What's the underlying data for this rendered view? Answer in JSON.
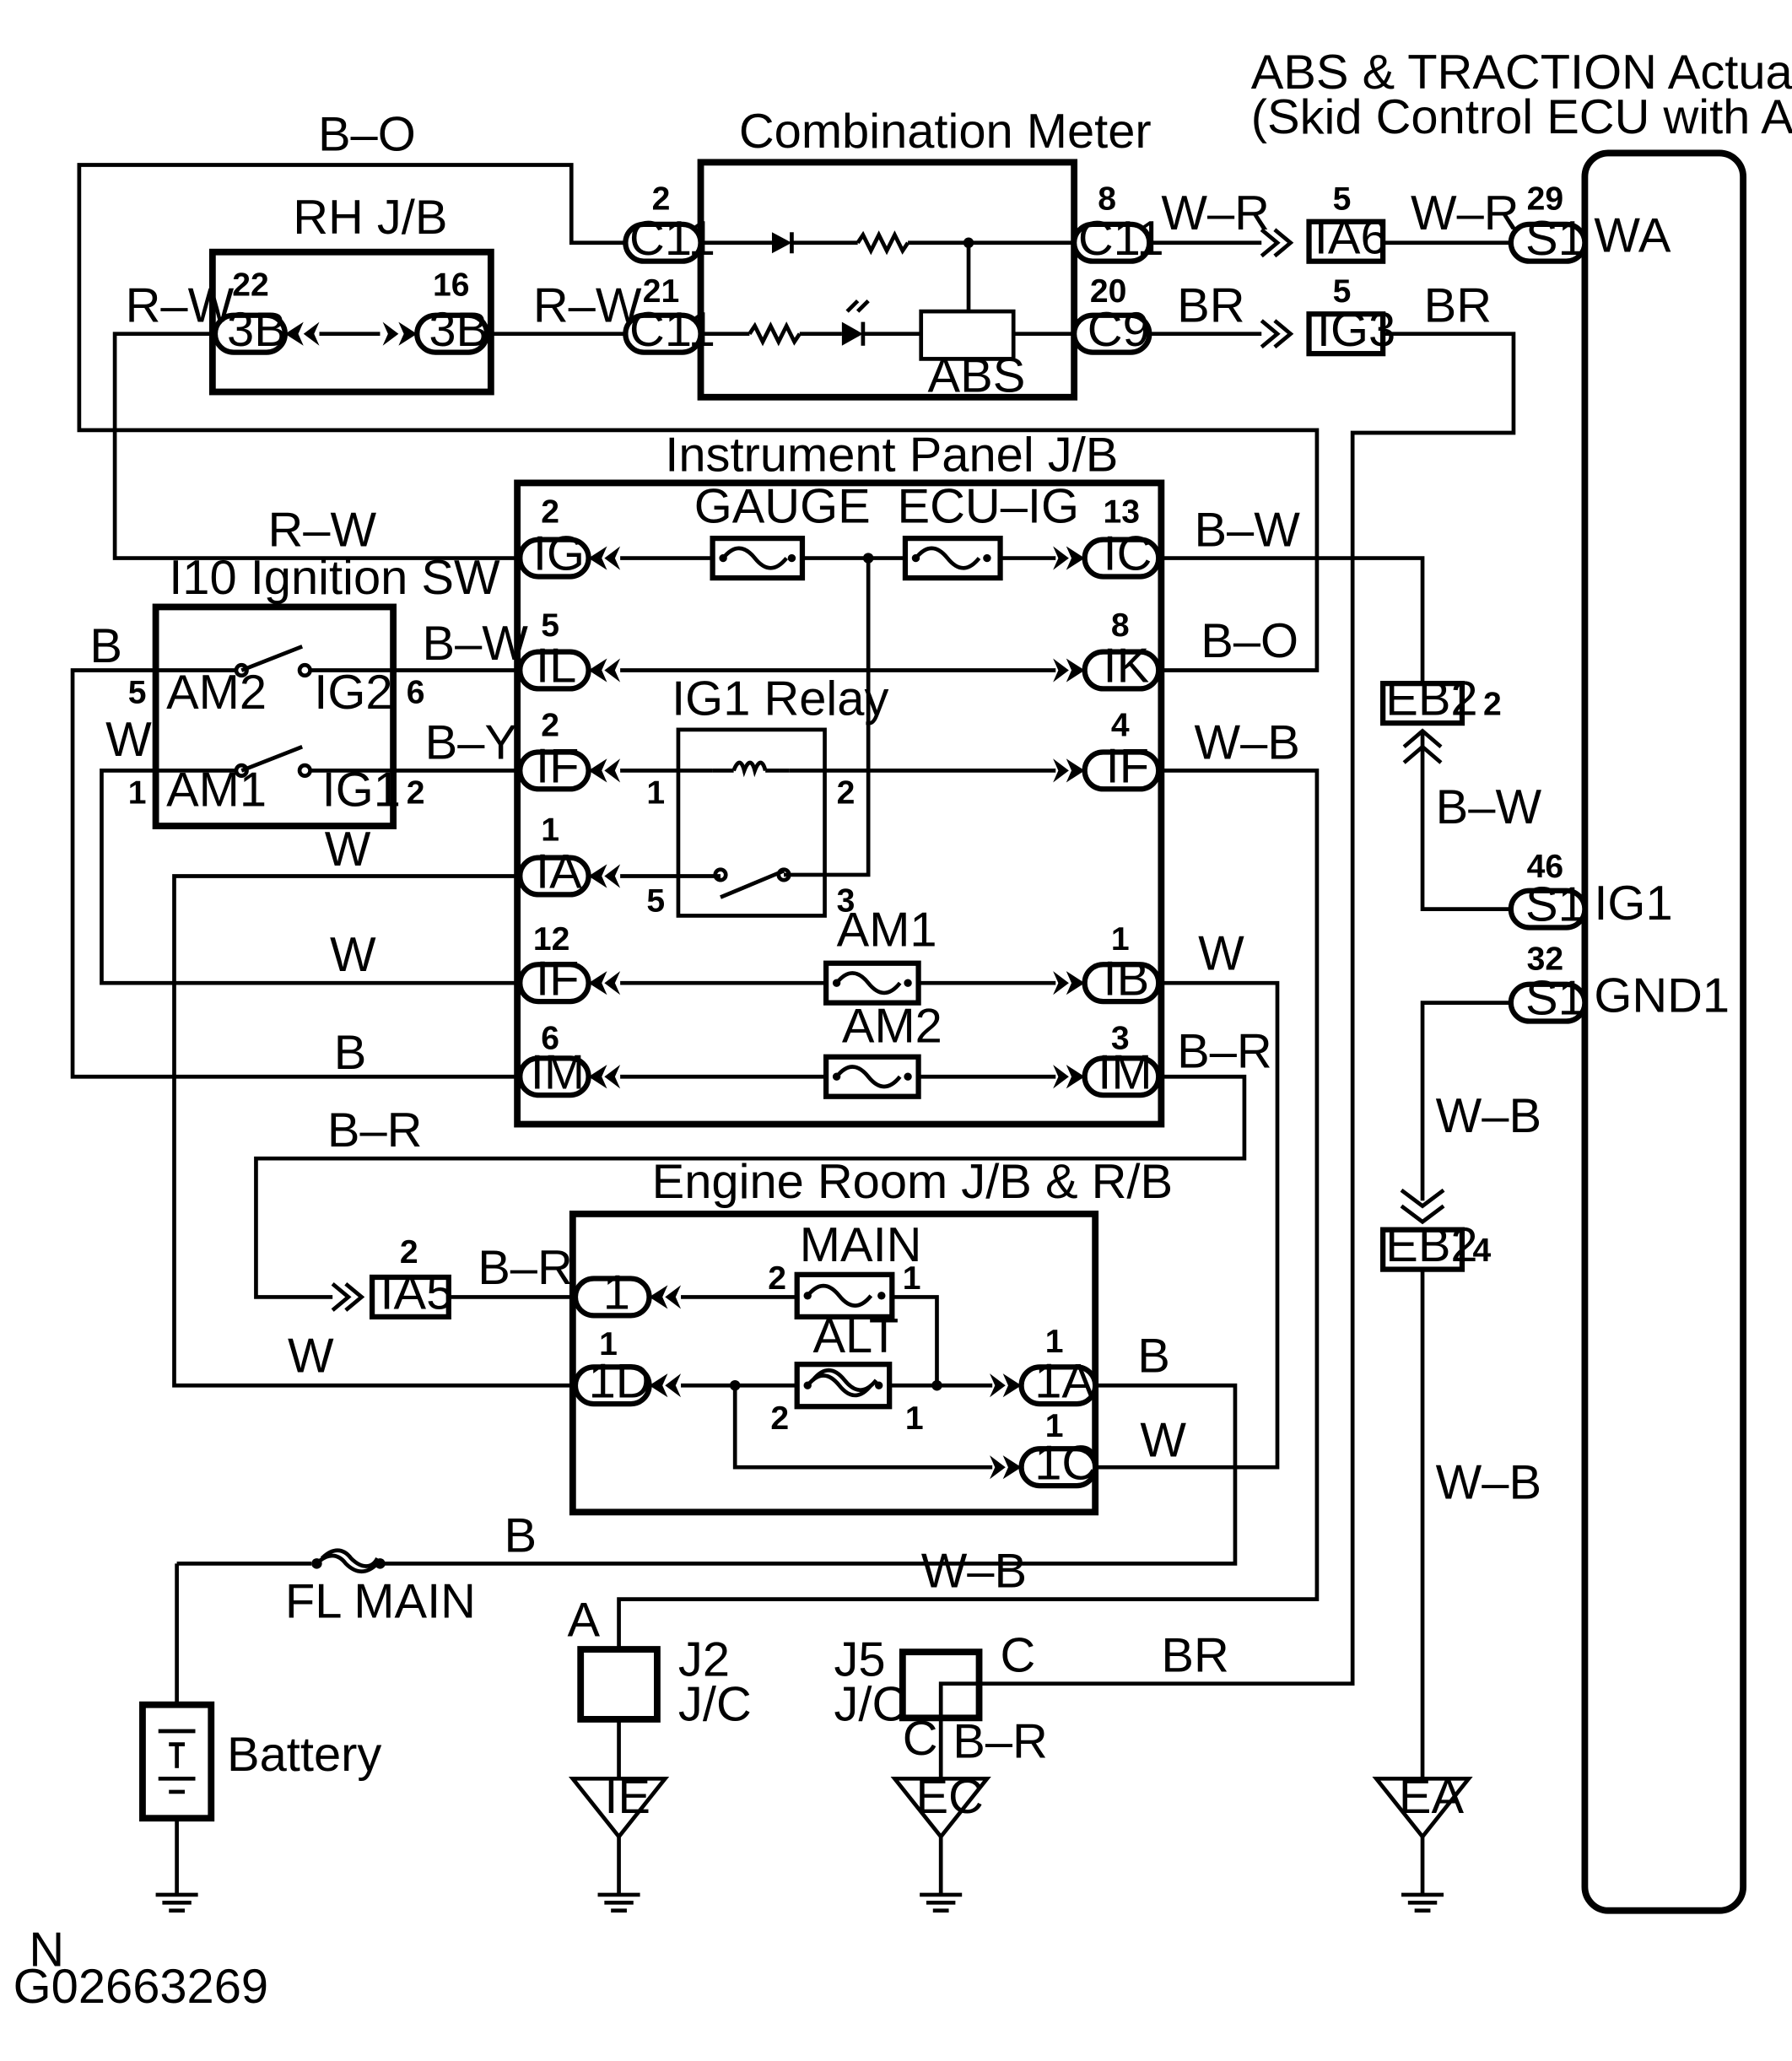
{
  "labels": {
    "abs_actuator_title_1": "ABS & TRACTION Actuator Assy",
    "abs_actuator_title_2": "(Skid Control ECU with Actuator)",
    "combination_meter": "Combination Meter",
    "rh_jb": "RH J/B",
    "instrument_panel_jb": "Instrument Panel J/B",
    "ignition_sw": "I10 Ignition SW",
    "ig1_relay": "IG1 Relay",
    "engine_room_jb": "Engine Room J/B & R/B",
    "abs": "ABS",
    "gauge": "GAUGE",
    "ecu_ig": "ECU–IG",
    "am1_fuse": "AM1",
    "am2_fuse": "AM2",
    "main_fuse": "MAIN",
    "alt_fuse": "ALT",
    "fl_main": "FL MAIN",
    "battery": "Battery",
    "am2": "AM2",
    "ig2": "IG2",
    "am1": "AM1",
    "ig1": "IG1",
    "j2": "J2",
    "j5": "J5",
    "jc1": "J/C",
    "jc2": "J/C",
    "j2_a": "A",
    "j5_c1": "C",
    "j5_c2": "C",
    "wa": "WA",
    "ig1_pin": "IG1",
    "gnd1": "GND1",
    "footer_n": "N",
    "footer_code": "G02663269"
  },
  "connectors": {
    "c11_2": "C11",
    "c11_21": "C11",
    "c11_8": "C11",
    "c9_20": "C9",
    "rhjb_22": "3B",
    "rhjb_16": "3B",
    "ia6": "IA6",
    "ig3": "IG3",
    "s1_29": "S1",
    "s1_46": "S1",
    "s1_32": "S1",
    "ig": "IG",
    "ic": "IC",
    "il": "IL",
    "ik": "IK",
    "if_2": "IF",
    "if_4": "IF",
    "ia": "IA",
    "if_12": "IF",
    "ib": "IB",
    "im_6": "IM",
    "im_3": "IM",
    "eb2_top": "EB2",
    "eb2_bottom": "EB2",
    "ia5": "IA5",
    "er_1": "1",
    "er_1d": "1D",
    "er_1a": "1A",
    "er_1c": "1C",
    "gnd_ie": "IE",
    "gnd_ec": "EC",
    "gnd_ea": "EA"
  },
  "pins": {
    "p2": "2",
    "p21": "21",
    "p8": "8",
    "p20": "20",
    "p22": "22",
    "p16": "16",
    "p5a": "5",
    "p5b": "5",
    "p29": "29",
    "p46": "46",
    "p32": "32",
    "ig_2": "2",
    "ic_13": "13",
    "il_5": "5",
    "ik_8": "8",
    "if_2": "2",
    "if_4": "4",
    "ia_1": "1",
    "if_12": "12",
    "ib_1": "1",
    "im_6": "6",
    "im_3": "3",
    "sw_5": "5",
    "sw_6": "6",
    "sw_1": "1",
    "sw_2": "2",
    "rl_1": "1",
    "rl_2": "2",
    "rl_5": "5",
    "rl_3": "3",
    "eb2_top": "2",
    "eb2_bottom": "4",
    "ia5_2": "2",
    "er_1d_1": "1",
    "main_2": "2",
    "main_1": "1",
    "alt_2": "2",
    "alt_1": "1",
    "er_1a_1": "1",
    "er_1c_1": "1"
  },
  "wires": {
    "b_o_top": "B–O",
    "r_w_left": "R–W",
    "r_w_mid": "R–W",
    "w_r_1": "W–R",
    "w_r_2": "W–R",
    "br_1": "BR",
    "br_2": "BR",
    "r_w_ig": "R–W",
    "b_w_ic": "B–W",
    "b_w_sw": "B–W",
    "b_o_ik": "B–O",
    "b_sw": "B",
    "w_sw": "W",
    "b_y": "B–Y",
    "w_b_if": "W–B",
    "w_ia": "W",
    "w_if12": "W",
    "w_ib": "W",
    "b_im": "B",
    "b_r_im": "B–R",
    "b_w_eb2": "B–W",
    "w_b_gnd1": "W–B",
    "w_b_ea": "W–B",
    "b_r_loop": "B–R",
    "b_r_ia5": "B–R",
    "w_1d": "W",
    "b_1a": "B",
    "w_1c": "W",
    "b_fl": "B",
    "w_b_j2": "W–B",
    "br_j5": "BR",
    "b_r_j5": "B–R"
  }
}
